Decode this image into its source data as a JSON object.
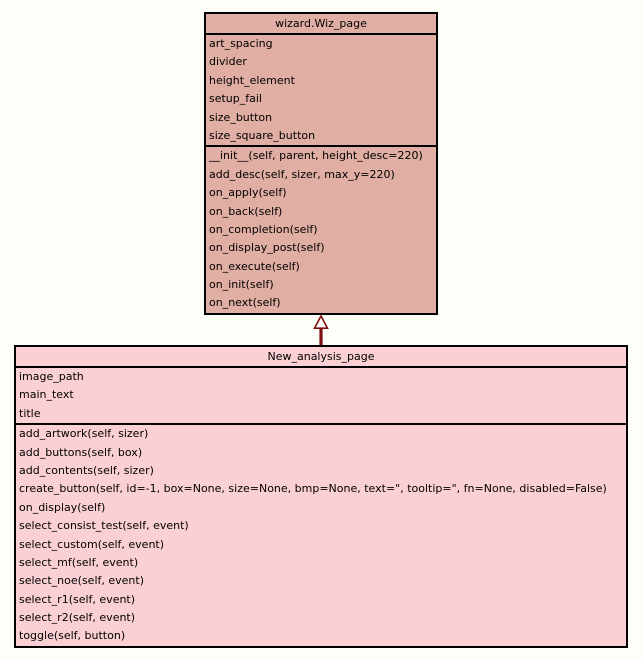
{
  "diagram": {
    "type": "uml-class-diagram",
    "background": "#fdfef8",
    "border_color": "#000000",
    "arrow_color": "#7f0e0e",
    "relationship": "inheritance (New_analysis_page -> wizard.Wiz_page)",
    "classes": [
      {
        "name": "wizard.Wiz_page",
        "fill": "#e0aea2",
        "attributes": [
          "art_spacing",
          "divider",
          "height_element",
          "setup_fail",
          "size_button",
          "size_square_button"
        ],
        "methods": [
          "__init__(self, parent, height_desc=220)",
          "add_desc(self, sizer, max_y=220)",
          "on_apply(self)",
          "on_back(self)",
          "on_completion(self)",
          "on_display_post(self)",
          "on_execute(self)",
          "on_init(self)",
          "on_next(self)"
        ]
      },
      {
        "name": "New_analysis_page",
        "fill": "#fbd0d4",
        "attributes": [
          "image_path",
          "main_text",
          "title"
        ],
        "methods": [
          "add_artwork(self, sizer)",
          "add_buttons(self, box)",
          "add_contents(self, sizer)",
          "create_button(self, id=-1, box=None, size=None, bmp=None, text=\", tooltip=\", fn=None, disabled=False)",
          "on_display(self)",
          "select_consist_test(self, event)",
          "select_custom(self, event)",
          "select_mf(self, event)",
          "select_noe(self, event)",
          "select_r1(self, event)",
          "select_r2(self, event)",
          "toggle(self, button)"
        ]
      }
    ]
  }
}
